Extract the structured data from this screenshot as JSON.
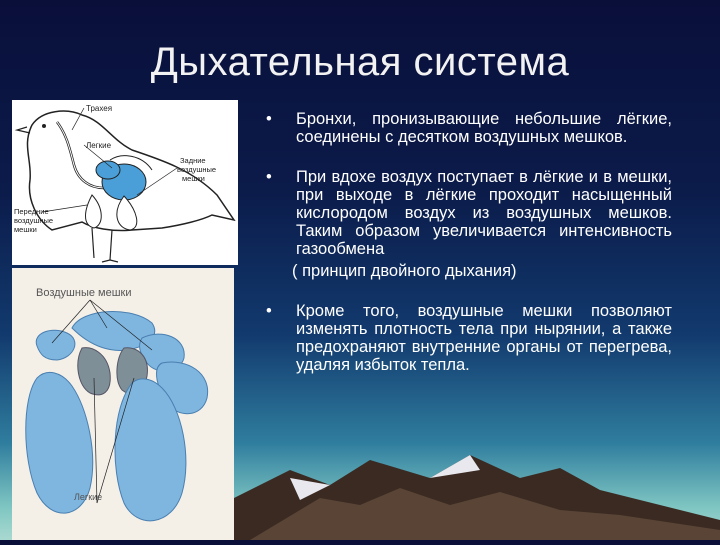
{
  "slide": {
    "title": "Дыхательная система",
    "bullet_symbol": "•",
    "bullets": [
      {
        "text": "Бронхи, пронизывающие небольшие лёгкие, соединены с десятком воздушных мешков."
      },
      {
        "text": "При вдохе воздух поступает в лёгкие и в мешки, при выходе в лёгкие проходит насыщенный кислородом воздух из воздушных мешков. Таким образом увеличивается интенсивность газообмена",
        "note": "( принцип двойного дыхания)"
      },
      {
        "text": "Кроме того, воздушные мешки позволяют изменять плотность тела при нырянии, а также предохраняют внутренние органы от перегрева, удаляя избыток тепла."
      }
    ]
  },
  "diagram_top": {
    "labels": {
      "trachea": "Трахея",
      "lungs": "Легкие",
      "rear_sacs": "Задние воздушные мешки",
      "front_sacs": "Передние воздушные мешки"
    },
    "colors": {
      "organ": "#4a9fd8",
      "outline": "#222222"
    }
  },
  "diagram_bottom": {
    "labels": {
      "air_sacs": "Воздушные мешки",
      "lungs": "Легкие"
    },
    "colors": {
      "sac": "#7fb6e0",
      "sac_dark": "#5b96c8",
      "background": "#f4f0e8"
    }
  }
}
